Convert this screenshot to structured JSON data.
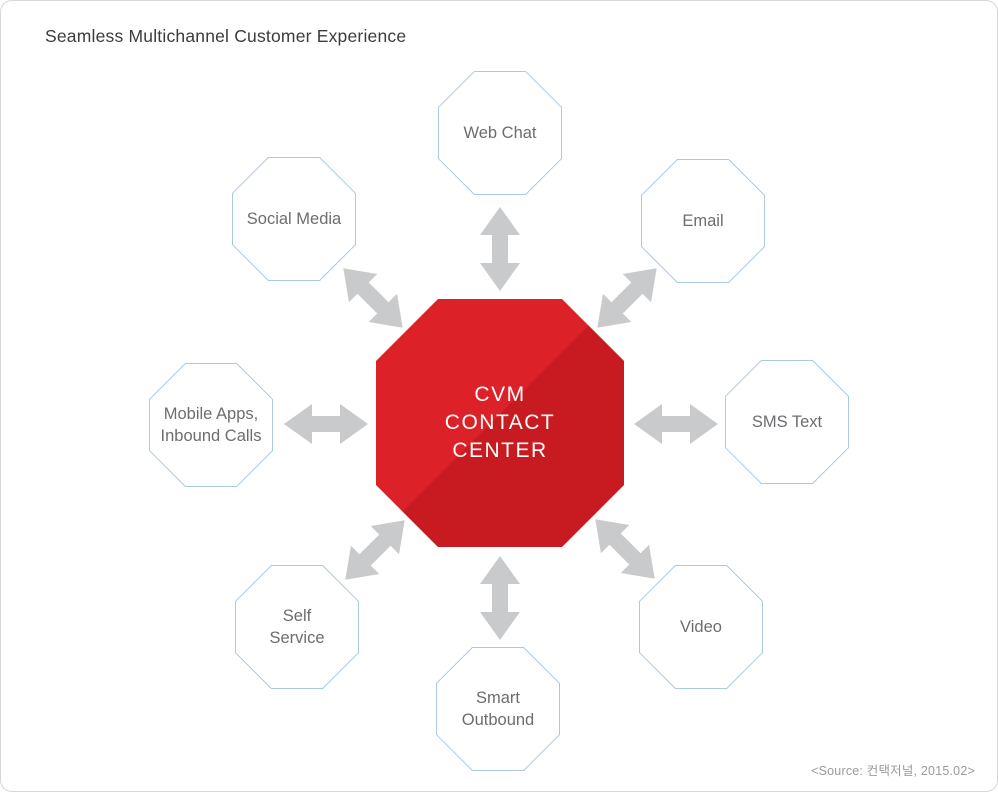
{
  "frame": {
    "title": "Seamless Multichannel Customer Experience",
    "source_note": "<Source: 컨택저널, 2015.02>"
  },
  "center": {
    "label": "CVM\nCONTACT\nCENTER",
    "color_light": "#DC2128",
    "color_dark": "#C71B21",
    "text_color": "#FFFFFF"
  },
  "nodes": [
    {
      "id": "web-chat",
      "label": "Web Chat"
    },
    {
      "id": "email",
      "label": "Email"
    },
    {
      "id": "sms-text",
      "label": "SMS Text"
    },
    {
      "id": "video",
      "label": "Video"
    },
    {
      "id": "smart-outbound",
      "label": "Smart\nOutbound"
    },
    {
      "id": "self-service",
      "label": "Self\nService"
    },
    {
      "id": "mobile-apps",
      "label": "Mobile Apps,\nInbound Calls"
    },
    {
      "id": "social-media",
      "label": "Social Media"
    }
  ],
  "node_style": {
    "border_color": "#A9C9E9",
    "fill_color": "#FFFFFF",
    "text_color": "#6C6D70"
  },
  "arrows": {
    "icon": "double-headed-arrow",
    "color": "#C9CACB",
    "count": 8
  }
}
